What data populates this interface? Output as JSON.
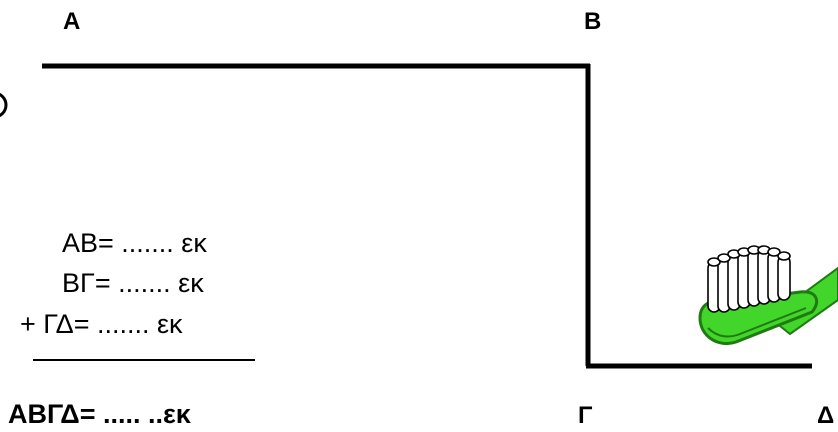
{
  "points": {
    "a": "Α",
    "b": "Β",
    "g": "Γ",
    "d": "Δ"
  },
  "equations": {
    "ab": "ΑΒ= ....... εκ",
    "bg": "ΒΓ= ....... εκ",
    "gd": "+ ΓΔ= ....... εκ",
    "total": "ΑΒΓΔ= ..... ..εκ"
  },
  "colors": {
    "line": "#000000",
    "brush_green": "#43d62a",
    "brush_dark": "#1f7a12",
    "bristle": "#ffffff"
  },
  "icons": {
    "toothbrush": "toothbrush-icon"
  }
}
